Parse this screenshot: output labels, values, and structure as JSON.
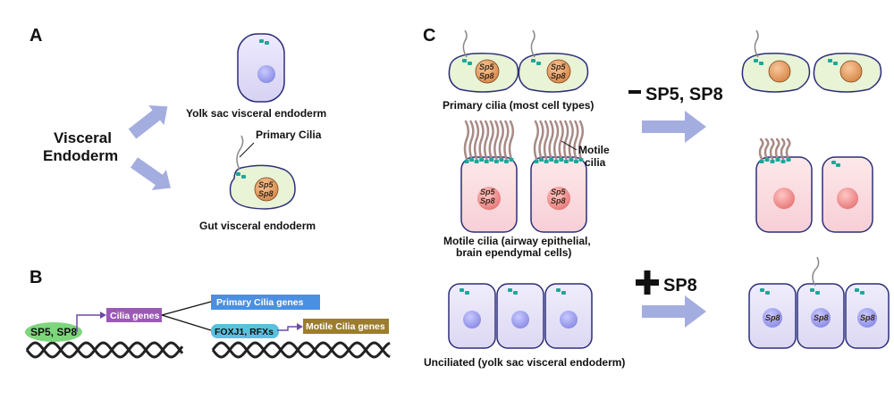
{
  "panels": {
    "a": "A",
    "b": "B",
    "c": "C"
  },
  "panel_a": {
    "visceral_line1": "Visceral",
    "visceral_line2": "Endoderm",
    "yolk_sac": "Yolk sac visceral endoderm",
    "primary_cilia": "Primary Cilia",
    "gut": "Gut visceral endoderm"
  },
  "panel_b": {
    "sp5_sp8": "SP5, SP8",
    "cilia_genes": "Cilia genes",
    "primary_cilia_genes": "Primary Cilia genes",
    "foxj1_rfxs": "FOXJ1, RFXs",
    "motile_cilia_genes": "Motile Cilia genes"
  },
  "panel_c": {
    "primary_cilia_caption": "Primary cilia (most cell types)",
    "motile_label_line1": "Motile",
    "motile_label_line2": "cilia",
    "motile_caption_line1": "Motile cilia (airway epithelial,",
    "motile_caption_line2": "brain ependymal cells)",
    "unciliated_caption": "Unciliated (yolk sac visceral endoderm)",
    "minus_sign": "−",
    "minus_label": "SP5, SP8",
    "plus_sign": "+",
    "plus_label": "SP8",
    "nucleus_sp5": "Sp5",
    "nucleus_sp8": "Sp8"
  },
  "colors": {
    "green_cell": "#e9f3d6",
    "pink_cell": "#fbe0e3",
    "lavender_cell": "#e8e6f8",
    "cell_outline": "#2c2f7a",
    "arrow": "#a4addf",
    "sp5_sp8_oval": "#7ed67c",
    "cilia_genes_box": "#9b59b6",
    "primary_genes_box": "#4a90e2",
    "foxj1_box": "#5bc0de",
    "motile_genes_box": "#9c7d2e"
  }
}
